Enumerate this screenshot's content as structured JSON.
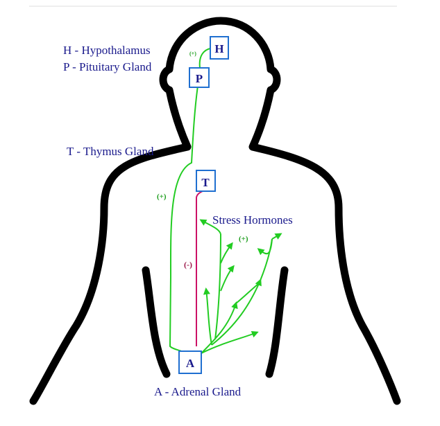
{
  "legend": {
    "hypothalamus": "H - Hypothalamus",
    "pituitary": "P - Pituitary Gland",
    "thymus": "T - Thymus Gland",
    "adrenal": "A - Adrenal Gland"
  },
  "boxes": {
    "h": "H",
    "p": "P",
    "t": "T",
    "a": "A"
  },
  "signs": {
    "hp": "(+)",
    "pa": "(+)",
    "at": "(-)",
    "stress": "(+)"
  },
  "stress_label": "Stress Hormones",
  "colors": {
    "stimulate": "#22cc22",
    "inhibit": "#cc1166",
    "label": "#1a1a8c",
    "outline": "#000000"
  }
}
